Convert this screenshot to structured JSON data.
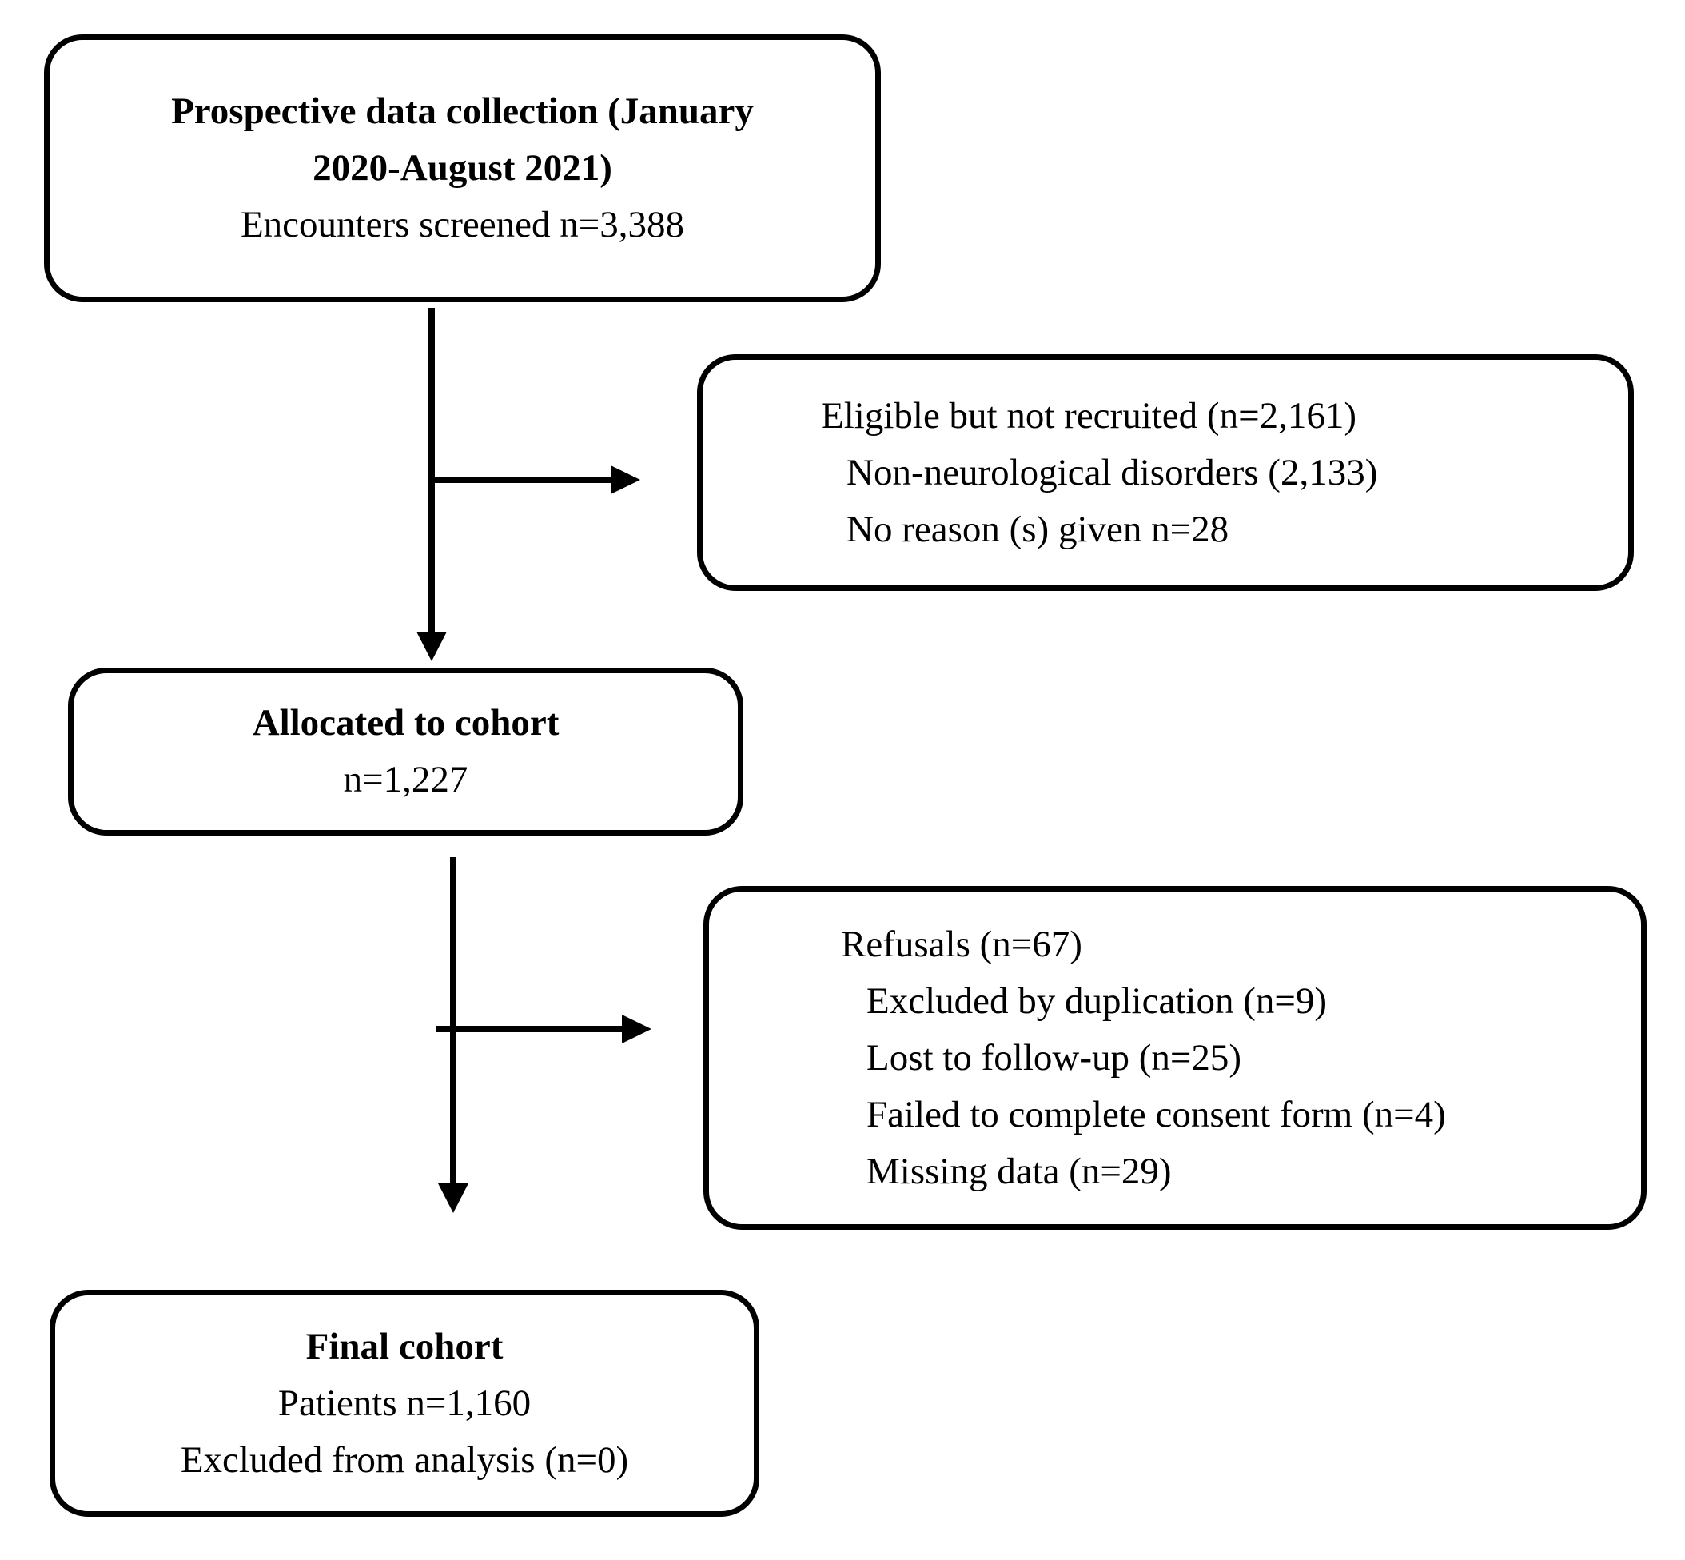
{
  "diagram": {
    "type": "consort-flow",
    "colors": {
      "ink": "#000000",
      "background": "#ffffff",
      "box_fill": "#ffffff"
    },
    "screening": {
      "line1": "Prospective data collection (January",
      "line2": "2020-August 2021)",
      "line3": "Encounters screened n=3,388"
    },
    "not_recruited": {
      "heading": "Eligible but not recruited (n=2,161)",
      "items": [
        "Non-neurological disorders (2,133)",
        "No reason (s) given n=28"
      ]
    },
    "allocated": {
      "line1": "Allocated to cohort",
      "line2": "n=1,227"
    },
    "refusals": {
      "heading": "Refusals (n=67)",
      "items": [
        "Excluded by duplication (n=9)",
        "Lost to follow-up (n=25)",
        "Failed to complete consent form (n=4)",
        "Missing data (n=29)"
      ]
    },
    "final": {
      "line1": "Final cohort",
      "line2": "Patients n=1,160",
      "line3": "Excluded from analysis (n=0)"
    }
  }
}
